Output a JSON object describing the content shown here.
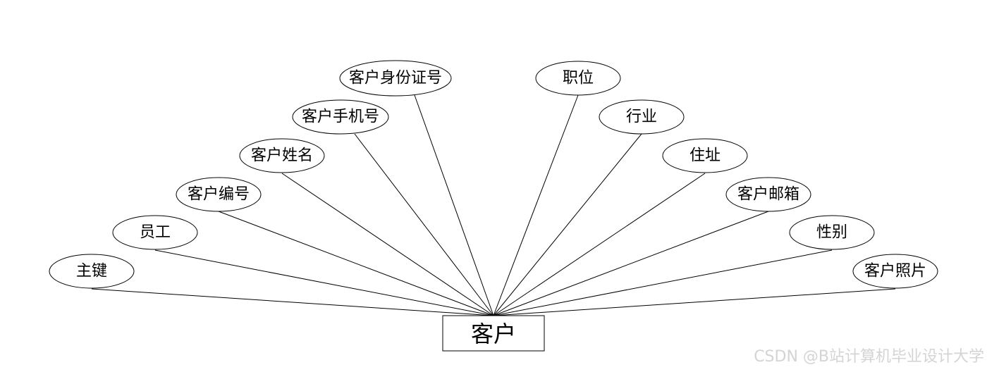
{
  "entity": {
    "label": "客户"
  },
  "attributes": [
    {
      "label": "主键"
    },
    {
      "label": "员工"
    },
    {
      "label": "客户编号"
    },
    {
      "label": "客户姓名"
    },
    {
      "label": "客户手机号"
    },
    {
      "label": "客户身份证号"
    },
    {
      "label": "职位"
    },
    {
      "label": "行业"
    },
    {
      "label": "住址"
    },
    {
      "label": "客户邮箱"
    },
    {
      "label": "性别"
    },
    {
      "label": "客户照片"
    }
  ],
  "watermark": "CSDN @B站计算机毕业设计大学"
}
